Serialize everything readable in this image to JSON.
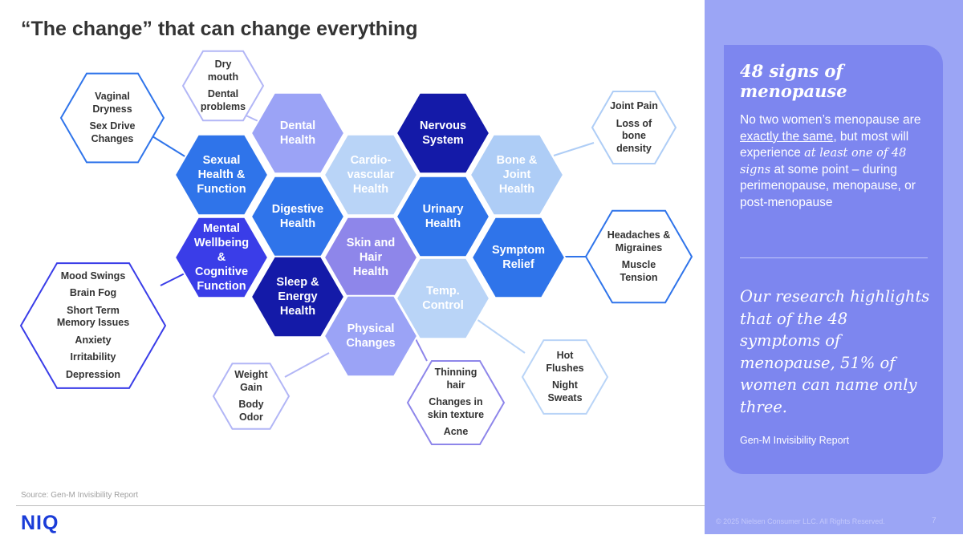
{
  "title": "“The change” that can change everything",
  "hexes": [
    {
      "id": "dental",
      "label": "Dental\nHealth",
      "fill": "#9ba3f6"
    },
    {
      "id": "sexual",
      "label": "Sexual\nHealth &\nFunction",
      "fill": "#2f74ea"
    },
    {
      "id": "cardio",
      "label": "Cardio-\nvascular\nHealth",
      "fill": "#b9d4f7"
    },
    {
      "id": "nervous",
      "label": "Nervous\nSystem",
      "fill": "#141aa8"
    },
    {
      "id": "bone",
      "label": "Bone &\nJoint\nHealth",
      "fill": "#aecdf6"
    },
    {
      "id": "digestive",
      "label": "Digestive\nHealth",
      "fill": "#2f74ea"
    },
    {
      "id": "urinary",
      "label": "Urinary\nHealth",
      "fill": "#2f74ea"
    },
    {
      "id": "mental",
      "label": "Mental\nWellbeing\n&\nCognitive\nFunction",
      "fill": "#3a3de8"
    },
    {
      "id": "skin",
      "label": "Skin and\nHair\nHealth",
      "fill": "#8e86ea"
    },
    {
      "id": "symptom",
      "label": "Symptom\nRelief",
      "fill": "#2f74ea"
    },
    {
      "id": "sleep",
      "label": "Sleep &\nEnergy\nHealth",
      "fill": "#141aa8"
    },
    {
      "id": "temp",
      "label": "Temp.\nControl",
      "fill": "#b9d4f7"
    },
    {
      "id": "physical",
      "label": "Physical\nChanges",
      "fill": "#9ba3f6"
    }
  ],
  "symptom_groups": [
    {
      "id": "dental-symptoms",
      "stroke": "#b2b6f6",
      "items": [
        "Dry\nmouth",
        "Dental\nproblems"
      ]
    },
    {
      "id": "sexual-symptoms",
      "stroke": "#2f74ea",
      "items": [
        "Vaginal\nDryness",
        "Sex Drive\nChanges"
      ]
    },
    {
      "id": "bone-symptoms",
      "stroke": "#aecdf6",
      "items": [
        "Joint Pain",
        "Loss of\nbone\ndensity"
      ]
    },
    {
      "id": "mental-symptoms",
      "stroke": "#3a3de8",
      "items": [
        "Mood Swings",
        "Brain Fog",
        "Short Term\nMemory Issues",
        "Anxiety",
        "Irritability",
        "Depression"
      ]
    },
    {
      "id": "relief-symptoms",
      "stroke": "#2f74ea",
      "items": [
        "Headaches &\nMigraines",
        "Muscle\nTension"
      ]
    },
    {
      "id": "physical-symptoms",
      "stroke": "#b2b6f6",
      "items": [
        "Weight\nGain",
        "Body\nOdor"
      ]
    },
    {
      "id": "skin-symptoms",
      "stroke": "#8e86ea",
      "items": [
        "Thinning\nhair",
        "Changes in\nskin texture",
        "Acne"
      ]
    },
    {
      "id": "temp-symptoms",
      "stroke": "#b9d4f7",
      "items": [
        "Hot\nFlushes",
        "Night\nSweats"
      ]
    }
  ],
  "source": "Source: Gen-M Invisibility Report",
  "logo": "NIQ",
  "panel": {
    "title": "48 signs of menopause",
    "body_1": "No two women’s menopause are ",
    "body_underlined": "exactly the same",
    "body_2": ", but most will experience ",
    "body_italic": "at least one of 48 signs",
    "body_3": " at some point – during perimenopause, menopause, or post-menopause",
    "quote": "Our research highlights that of the 48 symptoms of menopause, 51% of women can name only three.",
    "source": "Gen-M Invisibility Report",
    "copyright": "© 2025 Nielsen Consumer LLC. All Rights Reserved.",
    "page_number": "7"
  }
}
